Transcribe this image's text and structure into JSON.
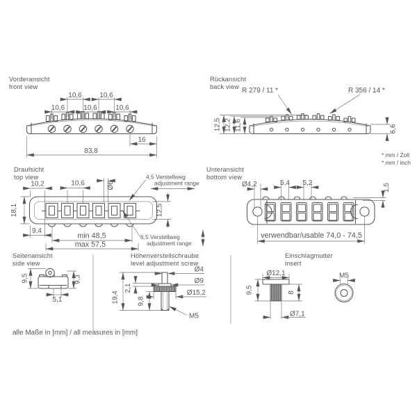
{
  "drawing": {
    "units_note": "alle Maße in [mm] / all measures in [mm]",
    "footnote": {
      "zoll": "* mm / Zoll",
      "inch": "* mm / inch"
    },
    "views": {
      "front": {
        "title_de": "Vorderansicht",
        "title_en": "front view",
        "dims": {
          "pitch": "10,6",
          "end_offset": "16",
          "overall": "83,8"
        }
      },
      "back": {
        "title_de": "Rückansicht",
        "title_en": "back view",
        "dims": {
          "radius_small": "R 279 / 11 *",
          "radius_large": "R 356 / 14 *",
          "h_total": "12,5",
          "h_mid": "12,2",
          "h_body": "11,6",
          "h_end": "6,6"
        }
      },
      "top": {
        "title_de": "Draufsicht",
        "title_en": "top view",
        "dims": {
          "edge_to_screw": "10,2",
          "pitch": "10,6",
          "screw_dia": "Ø6",
          "width": "18,1",
          "channel_width": "12,5",
          "edge": "9,4",
          "min_len": "min 48,5",
          "max_len": "max 57,5"
        },
        "notes": {
          "adj45": "4,5 Verstellweg",
          "adj45_en": "adjustment range",
          "adj65": "6,5 Verstellweg",
          "adj65_en": "adjustment range"
        }
      },
      "bottom": {
        "title_de": "Unteransicht",
        "title_en": "bottom view",
        "dims": {
          "hole_dia": "Ø4,2",
          "slot_a": "5,4",
          "slot_b": "5,2",
          "lip": "1,5",
          "usable": "verwendbar/usable 74,0 - 74,5"
        }
      },
      "side": {
        "title_de": "Seitenansicht",
        "title_en": "side view",
        "dims": {
          "h_left": "9,5",
          "h_right": "9,3",
          "foot": "5,1"
        }
      },
      "screw": {
        "title_de": "Höhenverstellschraube",
        "title_en": "level adjustment screw",
        "dims": {
          "tip_dia": "Ø4",
          "shoulder_dia": "Ø9",
          "wheel_dia": "Ø15,2",
          "height": "19,4",
          "collar": "2,1",
          "shaft": "9,8",
          "thread": "M5"
        }
      },
      "insert": {
        "title_de": "Einschlagmutter",
        "title_en": "insert",
        "dims": {
          "flange_dia": "Ø12,1",
          "h_total": "9,5",
          "h_body": "8",
          "body_dia": "Ø7,1",
          "thread": "M5"
        }
      }
    }
  }
}
